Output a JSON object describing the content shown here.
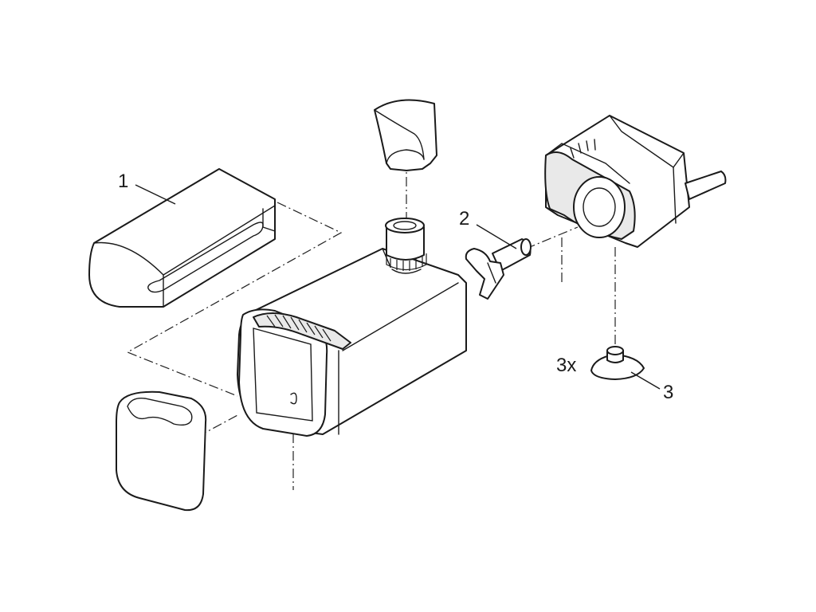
{
  "callouts": {
    "c1": "1",
    "c2": "2",
    "c3": "3",
    "c3x": "3x"
  },
  "icons": [
    "filter-sponge",
    "pump-housing",
    "outlet-cap",
    "impeller",
    "motor-unit",
    "suction-cup",
    "front-cover"
  ]
}
